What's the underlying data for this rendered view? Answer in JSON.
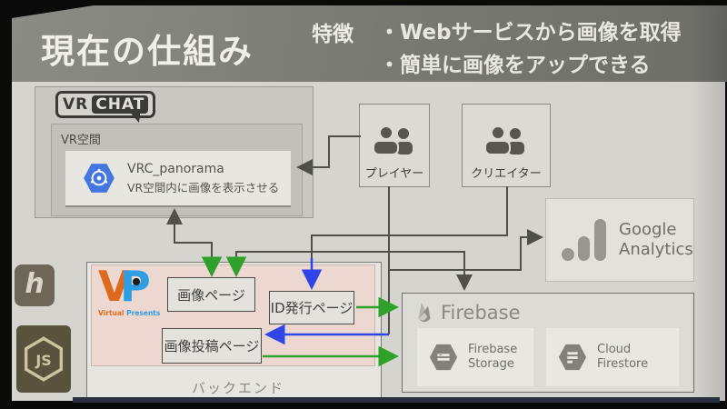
{
  "slide": {
    "title": "現在の仕組み",
    "features": {
      "heading": "特徴",
      "items": [
        "・Webサービスから画像を取得",
        "・簡単に画像をアップできる"
      ]
    }
  },
  "vrchat": {
    "logo": {
      "vr": "VR",
      "chat": "CHAT"
    },
    "space_label": "VR空間",
    "card": {
      "title": "VRC_panorama",
      "subtitle": "VR空間内に画像を表示させる"
    }
  },
  "actors": {
    "player": "プレイヤー",
    "creator": "クリエイター"
  },
  "analytics": {
    "lines": [
      "Google",
      "Analytics"
    ]
  },
  "firebase": {
    "title": "Firebase",
    "cards": [
      {
        "lines": [
          "Firebase",
          "Storage"
        ]
      },
      {
        "lines": [
          "Cloud",
          "Firestore"
        ]
      }
    ]
  },
  "backend": {
    "label": "バックエンド",
    "pages": {
      "image_page": "画像ページ",
      "id_issue_page": "ID発行ページ",
      "image_post_page": "画像投稿ページ"
    },
    "vp_logo": {
      "v": "V",
      "p": "P",
      "caption_word1": "Virtual",
      "caption_word2": "Presents"
    }
  },
  "logos": {
    "heroku": "h",
    "nodejs": "JS"
  },
  "icons": {
    "vrchat_card": "panorama-hexagon-icon",
    "player": "people-icon",
    "creator": "people-icon",
    "analytics": "ga-bars-icon",
    "firebase": "flame-icon",
    "firebase_storage": "hexagon-storage-icon",
    "cloud_firestore": "hexagon-firestore-icon",
    "nodejs": "js-hexagon-icon"
  },
  "colors": {
    "green": "#2fa02a",
    "blue": "#2f45e8",
    "gray_line": "#50504b",
    "orange_vp": "#df6a1e",
    "blue_vp": "#2f9de2",
    "panorama_blue": "#4478e0",
    "pink_bg": "#edd8d1"
  }
}
